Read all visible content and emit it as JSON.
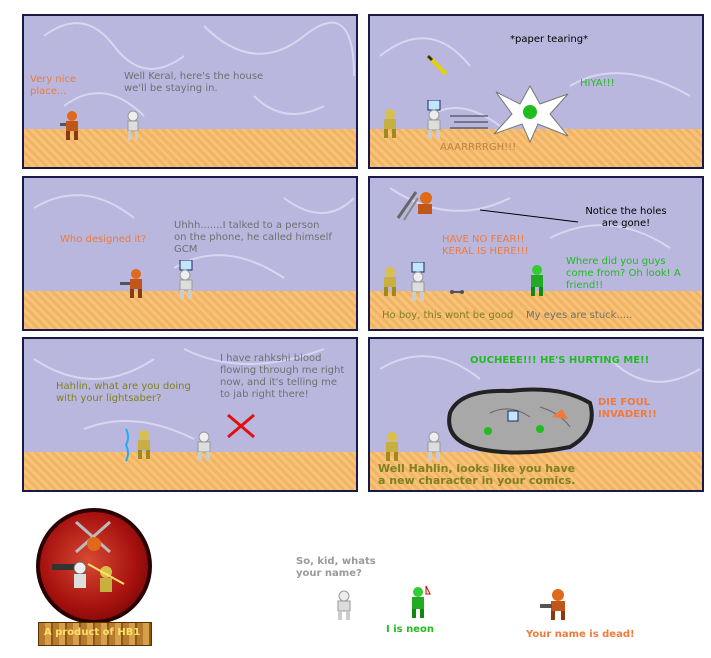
{
  "panels": [
    {
      "lines": [
        {
          "text": "Very nice place...",
          "color": "#f07a3a"
        },
        {
          "text": "Well Keral, here's the house we'll be staying in.",
          "color": "#707070"
        }
      ]
    },
    {
      "lines": [
        {
          "text": "*paper tearing*",
          "color": "#000000"
        },
        {
          "text": "HIYA!!!",
          "color": "#22bb22"
        },
        {
          "text": "AAARRRRGH!!!",
          "color": "#c08040"
        }
      ]
    },
    {
      "lines": [
        {
          "text": "Who designed it?",
          "color": "#f07a3a"
        },
        {
          "text": "Uhhh.......I talked to a person on the phone, he called himself GCM",
          "color": "#707070"
        }
      ]
    },
    {
      "lines": [
        {
          "text": "Notice the holes are gone!",
          "color": "#000000"
        },
        {
          "text": "HAVE NO FEAR!! KERAL IS HERE!!!",
          "color": "#f07a3a"
        },
        {
          "text": "Where did you guys come from? Oh look! A friend!!",
          "color": "#22bb22"
        },
        {
          "text": "Ho boy, this wont be good",
          "color": "#808020"
        },
        {
          "text": "My eyes are stuck.....",
          "color": "#707070"
        }
      ]
    },
    {
      "lines": [
        {
          "text": "Hahlin, what are you doing with your lightsaber?",
          "color": "#808020"
        },
        {
          "text": "I have rahkshi blood flowing through me right now, and it's telling me to jab right there!",
          "color": "#707070"
        }
      ]
    },
    {
      "lines": [
        {
          "text": "OUCHEEE!!! HE'S HURTING ME!!",
          "color": "#22bb22"
        },
        {
          "text": "DIE FOUL INVADER!!",
          "color": "#f07a3a"
        },
        {
          "text": "Well Hahlin, looks like you have a new character in your comics.",
          "color": "#808020"
        }
      ]
    }
  ],
  "footer": {
    "logo_text": "A product of HB1",
    "question": "So, kid, whats your name?",
    "neon_reply": "I is neon",
    "dead_reply": "Your name is dead!"
  },
  "colors": {
    "sky": "#b9b7dd",
    "sand": "#f7c27a",
    "keral": "#f07a3a",
    "neon": "#22bb22",
    "hahlin": "#808020",
    "white_char": "#707070"
  }
}
